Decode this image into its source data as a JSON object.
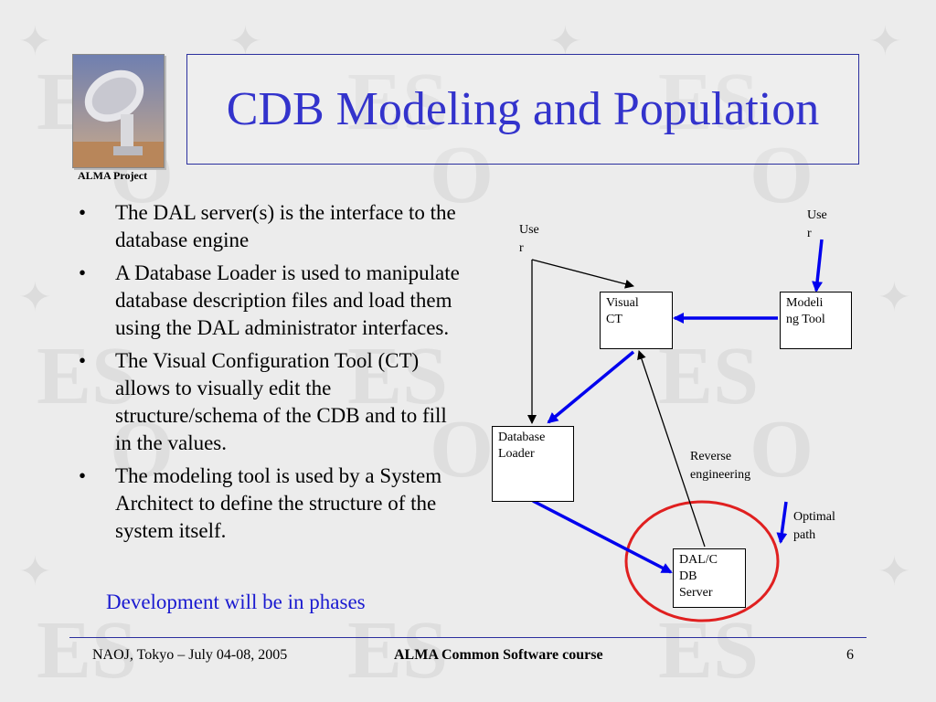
{
  "header": {
    "title": "CDB Modeling and Population",
    "logo_label": "ALMA Project"
  },
  "bullets": [
    "The DAL server(s) is the interface to the database engine",
    "A Database Loader is used to manipulate database description files and load them using the DAL administrator interfaces.",
    "The Visual Configuration Tool (CT) allows to visually edit the structure/schema of the CDB and to fill in the values.",
    "The modeling tool is used by a System Architect to define the structure of the system itself."
  ],
  "bullet_symbol": "•",
  "subnote": "Development will be in phases",
  "diagram": {
    "user_left": [
      "Use",
      "r"
    ],
    "user_right": [
      "Use",
      "r"
    ],
    "visual_ct": [
      "Visual",
      "CT"
    ],
    "modeling_tool": [
      "Modeli",
      "ng Tool"
    ],
    "database_loader": [
      "Database",
      "Loader"
    ],
    "dal_server": [
      "DAL/C",
      "DB",
      "Server"
    ],
    "reverse_engineering": [
      "Reverse",
      "engineering"
    ],
    "optimal_path": [
      "Optimal",
      "path"
    ]
  },
  "colors": {
    "title": "#3333cc",
    "subnote": "#1a1ad0",
    "blue_arrow": "#0000ee",
    "highlight_circle": "#e02020",
    "rule": "#2b2f9e"
  },
  "footer": {
    "left": "NAOJ, Tokyo – July 04-08, 2005",
    "center": "ALMA Common Software course",
    "page": "6"
  }
}
